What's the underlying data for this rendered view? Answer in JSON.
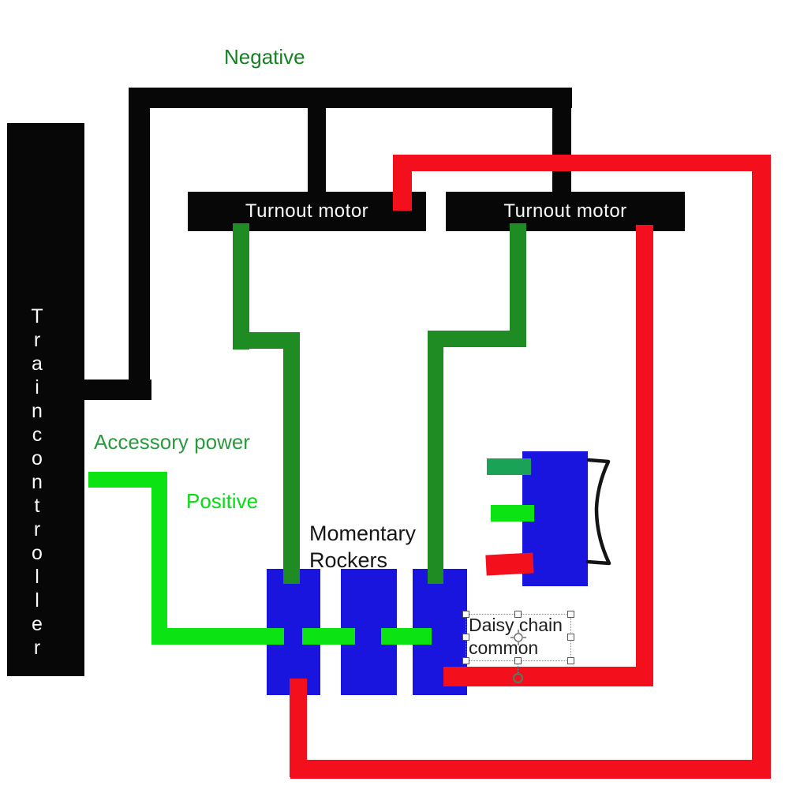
{
  "colors": {
    "wire_black": "#070707",
    "wire_red": "#f40f1d",
    "wire_dark_green": "#1e8c23",
    "wire_bright_green": "#0be312",
    "box_blue": "#1a14df",
    "pin_sea_green": "#1ba257",
    "label_negative_green": "#158222",
    "label_accessory_green": "#2a9a3e",
    "label_positive_green": "#06dd14",
    "text_white": "#fafafa"
  },
  "labels": {
    "negative": "Negative",
    "accessory_power": "Accessory power",
    "positive": "Positive",
    "momentary_line1": "Momentary",
    "momentary_line2": "Rockers",
    "daisy_line1": "Daisy chain",
    "daisy_line2": "common",
    "turnout_motor_1": "Turnout motor",
    "turnout_motor_2": "Turnout motor"
  },
  "train_controller": {
    "label": "Train controller",
    "letters": [
      "T",
      "r",
      "a",
      "i",
      "n",
      "c",
      "o",
      "n",
      "t",
      "r",
      "o",
      "l",
      "l",
      "e",
      "r"
    ]
  }
}
